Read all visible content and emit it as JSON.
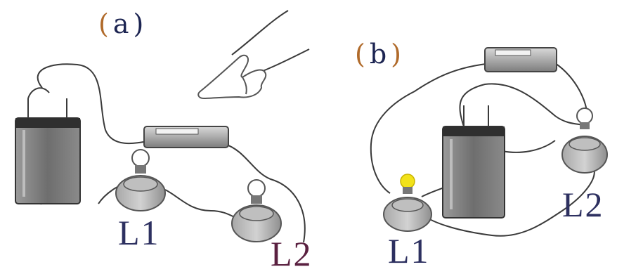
{
  "panels": {
    "a": {
      "open": "(",
      "letter": "a",
      "close": ")"
    },
    "b": {
      "open": "(",
      "letter": "b",
      "close": ")"
    }
  },
  "lamp_labels": {
    "a_lamp1": "L1",
    "a_lamp2": "L2",
    "b_lamp1": "L1",
    "b_lamp2": "L2"
  },
  "colors": {
    "wire": "#3a3a3a",
    "battery": "#6c6c6c",
    "battery_top": "#2f2f2f",
    "lamp_base": "#8a8a8a",
    "lit_bulb": "#f2e21a",
    "label_text": "#2d3060",
    "paren": "#b06a2a"
  },
  "icons": [
    "battery-icon",
    "switch-icon",
    "lamp-holder-icon",
    "pointing-hand-icon"
  ]
}
